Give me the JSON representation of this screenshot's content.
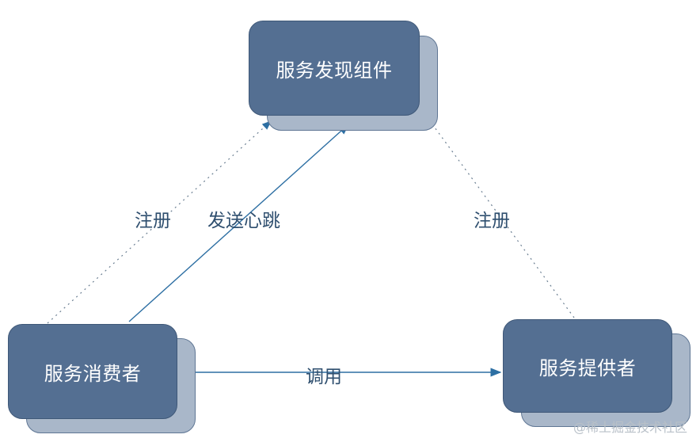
{
  "nodes": {
    "discovery": "服务发现组件",
    "consumer": "服务消费者",
    "provider": "服务提供者"
  },
  "edges": {
    "consumer_register": "注册",
    "consumer_heartbeat": "发送心跳",
    "provider_register": "注册",
    "invoke": "调用"
  },
  "watermark": "@稀土掘金技术社区",
  "colors": {
    "node_fill": "#546f92",
    "node_shadow": "#a9b7c9",
    "arrow": "#2d6fa3",
    "label": "#2f4f6f"
  }
}
